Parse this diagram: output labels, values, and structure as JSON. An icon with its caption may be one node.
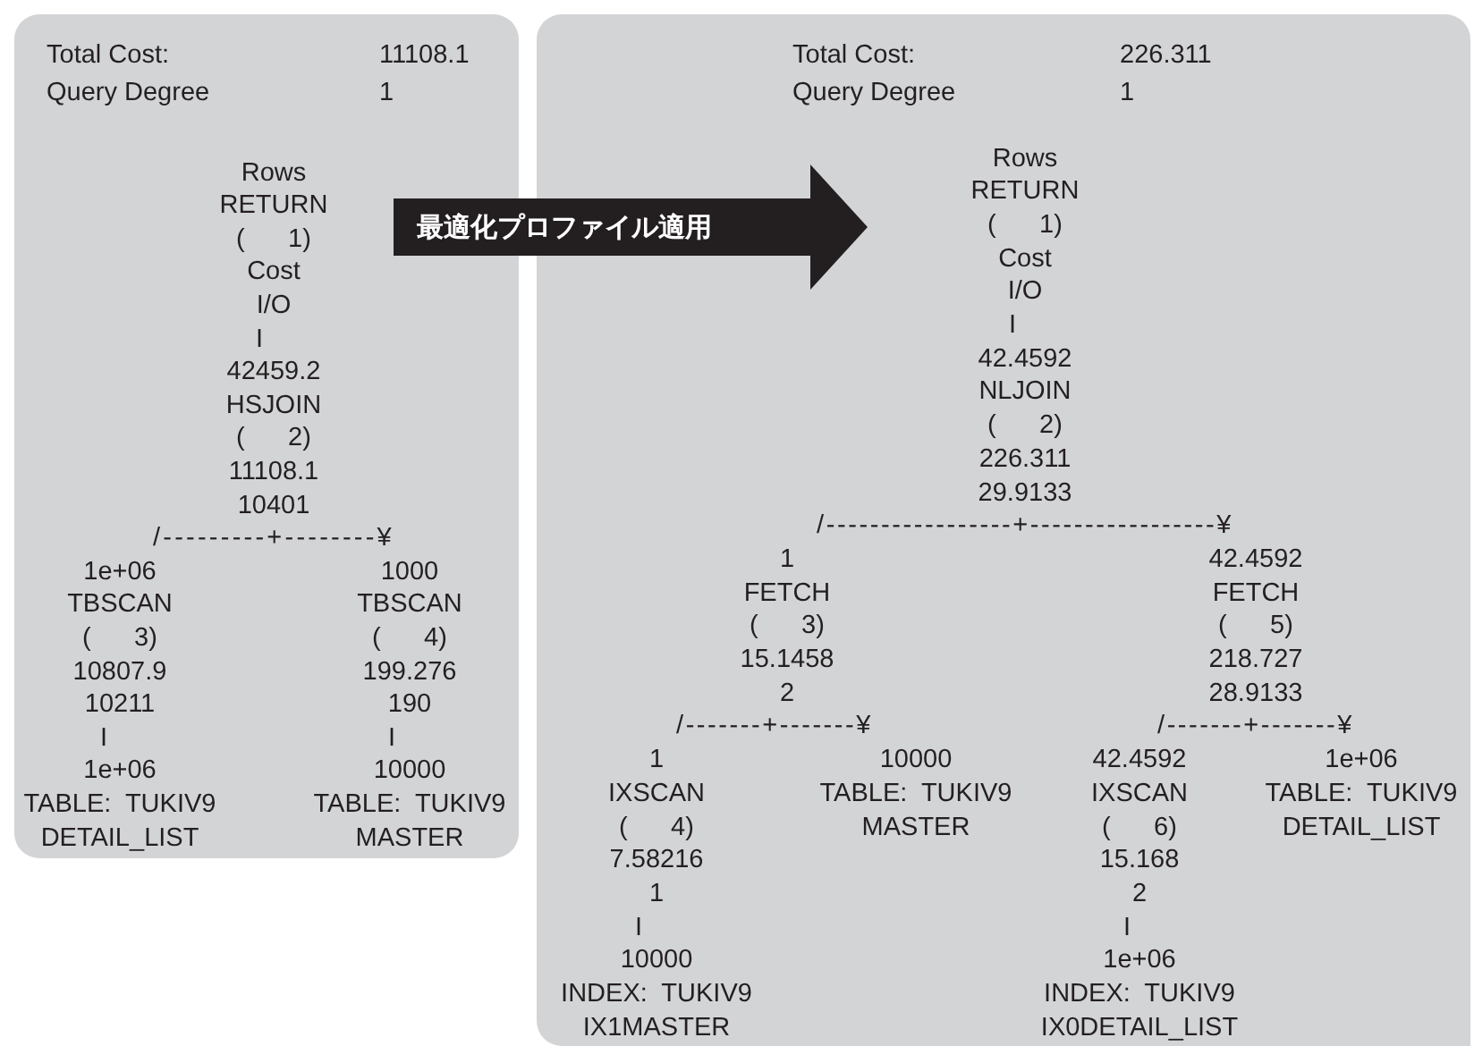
{
  "diagram": {
    "nodes": [
      {
        "text": [
          "Total Cost:",
          "11108.1",
          "Query Degree",
          "1",
          "Rows",
          "RETURN",
          "(      1)",
          "Cost",
          "I/O",
          "I",
          "42459.2",
          "HSJOIN",
          "(      2)",
          "11108.1",
          "10401",
          "/---------+--------¥",
          "1e+06",
          "1000",
          "TBSCAN",
          "TBSCAN",
          "(      3)",
          "(      4)",
          "10807.9",
          "199.276",
          "10211",
          "190",
          "I",
          "I",
          "1e+06",
          "10000",
          "TABLE:  TUKIV9",
          "TABLE:  TUKIV9",
          "DETAIL_LIST",
          "MASTER"
        ]
      },
      {
        "text": [
          "Total Cost:",
          "226.311",
          "Query Degree",
          "1",
          "Rows",
          "RETURN",
          "(      1)",
          "Cost",
          "I/O",
          "I",
          "42.4592",
          "NLJOIN",
          "(      2)",
          "226.311",
          "29.9133",
          "/-----------------+-----------------¥",
          "1",
          "42.4592",
          "FETCH",
          "FETCH",
          "(      3)",
          "(      5)",
          "15.1458",
          "218.727",
          "2",
          "28.9133",
          "/-------+-------¥",
          "/-------+-------¥",
          "1",
          "10000",
          "42.4592",
          "1e+06",
          "IXSCAN",
          "TABLE:  TUKIV9",
          "IXSCAN",
          "TABLE:  TUKIV9",
          "(      4)",
          "MASTER",
          "(      6)",
          "DETAIL_LIST",
          "7.58216",
          "15.168",
          "1",
          "2",
          "I",
          "I",
          "10000",
          "1e+06",
          "INDEX:  TUKIV9",
          "INDEX:  TUKIV9",
          "IX1MASTER",
          "IX0DETAIL_LIST"
        ]
      }
    ],
    "edges": [
      {
        "from": 0,
        "to": 1,
        "arrow": "to",
        "label": "最適化プロファイル適用"
      }
    ]
  }
}
